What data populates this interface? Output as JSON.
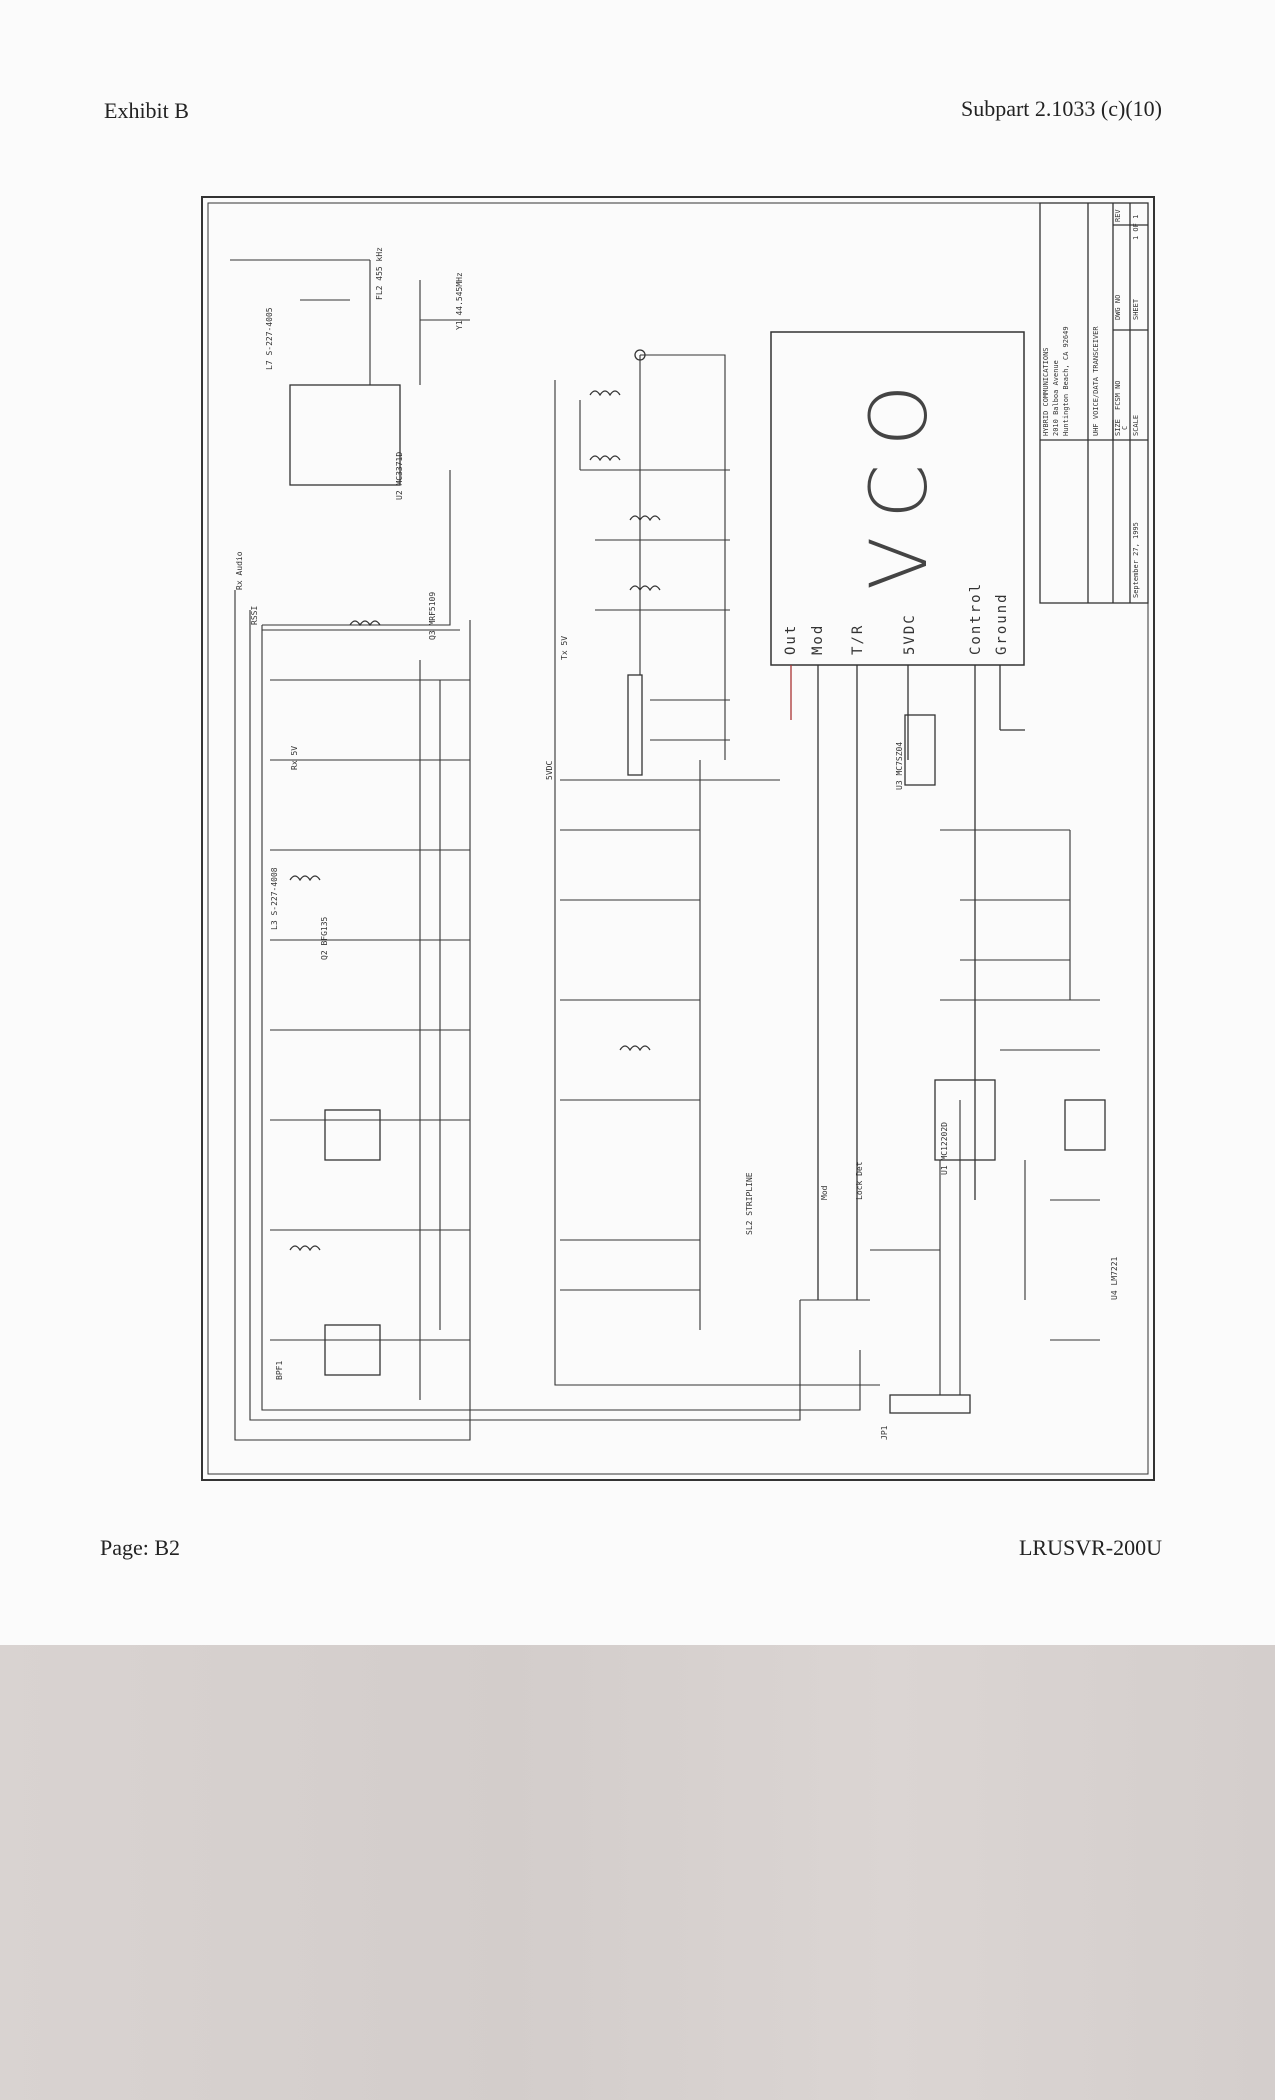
{
  "header": {
    "left": "Exhibit B",
    "right": "Subpart 2.1033 (c)(10)"
  },
  "footer": {
    "left": "Page:  B2",
    "right": "LRUSVR-200U"
  },
  "vco": {
    "title": "VCO",
    "pins": [
      "Out",
      "Mod",
      "T/R",
      "5VDC",
      "Control",
      "Ground"
    ]
  },
  "title_block": {
    "company": [
      "HYBRID COMMUNICATIONS",
      "2010 Balboa Avenue",
      "Huntington Beach, CA 92649"
    ],
    "title": "UHF VOICE/DATA TRANSCEIVER",
    "size_label": "SIZE",
    "size": "C",
    "fcsm_label": "FCSM NO",
    "dwg_label": "DWG NO",
    "rev_label": "REV",
    "sheet_label": "SHEET",
    "sheet": "1 OF 1",
    "scale_label": "SCALE",
    "date": "September 27, 1995"
  },
  "components": [
    "U2 MC3371D",
    "U1 MC12202D",
    "JP1",
    "FL2 455 kHz",
    "Y1 44.545MHz",
    "L7 S-227-4005",
    "Q3 MRF5109",
    "BPF1",
    "L3 S-227-4008",
    "Q2 BFG135",
    "SL2 STRIPLINE",
    "U4 LM7221",
    "U3 MC7SZ04",
    "Rx Audio",
    "RSSI",
    "Rx 5V",
    "Tx 5V",
    "Mod",
    "Lock Det",
    "5VDC"
  ]
}
